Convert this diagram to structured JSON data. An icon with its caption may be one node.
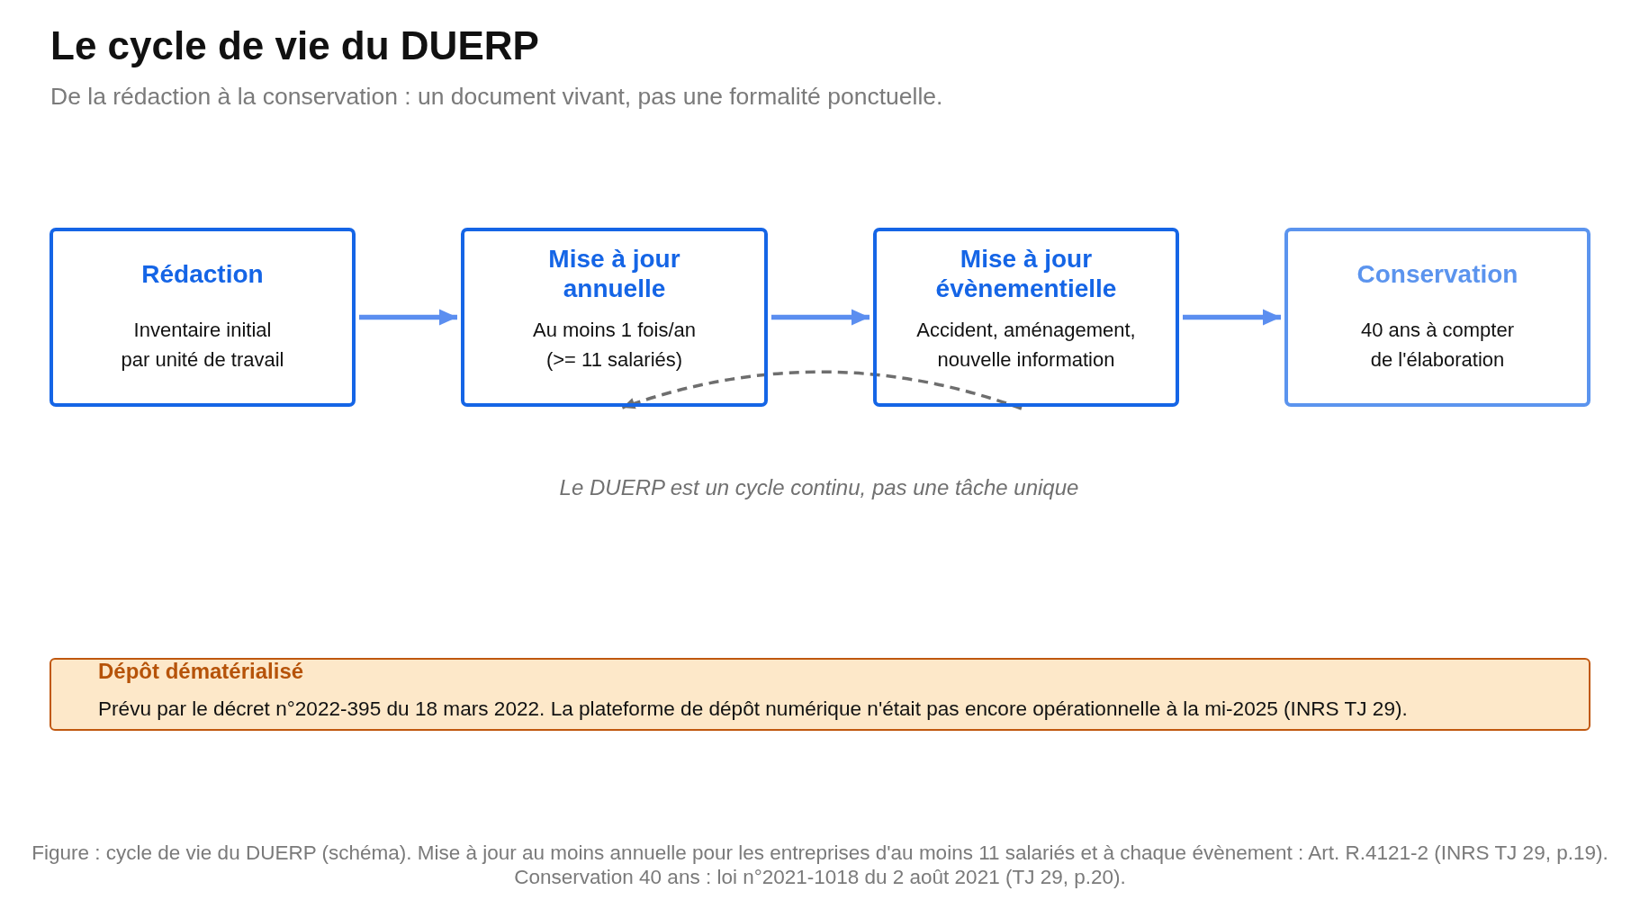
{
  "diagram": {
    "title": "Le cycle de vie du DUERP",
    "caption": "Figure : cycle de vie du DUERP (schéma). Mise à jour au moins annuelle pour les entreprises d'au moins 11 salariés et à chaque évènement : Art. R.4121-2 (INRS TJ 29, p.19). Conservation 40 ans : loi n°2021-1018 du 2 août 2021 (TJ 29, p.20).",
    "nodes": [
      {
        "text": [
          "Rédaction",
          "Inventaire initial par unité de travail"
        ]
      },
      {
        "text": [
          "Mise à jour annuelle",
          "Au moins 1 fois/an (>= 11 salariés)"
        ]
      },
      {
        "text": [
          "Mise à jour évènementielle",
          "Accident, aménagement, nouvelle information"
        ]
      },
      {
        "text": [
          "Conservation",
          "40 ans à compter de l'élaboration"
        ]
      },
      {
        "text": [
          "Dépôt dématérialisé",
          "Prévu par le décret n°2022-395 du 18 mars 2022. La plateforme de dépôt numérique n'était pas encore opérationnelle à la mi-2025 (INRS TJ 29)."
        ]
      }
    ],
    "edges": [
      {
        "from": 0,
        "to": 1,
        "arrow": "to"
      },
      {
        "from": 1,
        "to": 2,
        "arrow": "to"
      },
      {
        "from": 2,
        "to": 3,
        "arrow": "to"
      },
      {
        "from": 2,
        "to": 1,
        "arrow": "to",
        "style": "dashed",
        "color": "#6e6e6e"
      }
    ],
    "labels": [
      "De la rédaction à la conservation : un document vivant, pas une formalité ponctuelle.",
      "Le DUERP est un cycle continu, pas une tâche unique"
    ]
  }
}
